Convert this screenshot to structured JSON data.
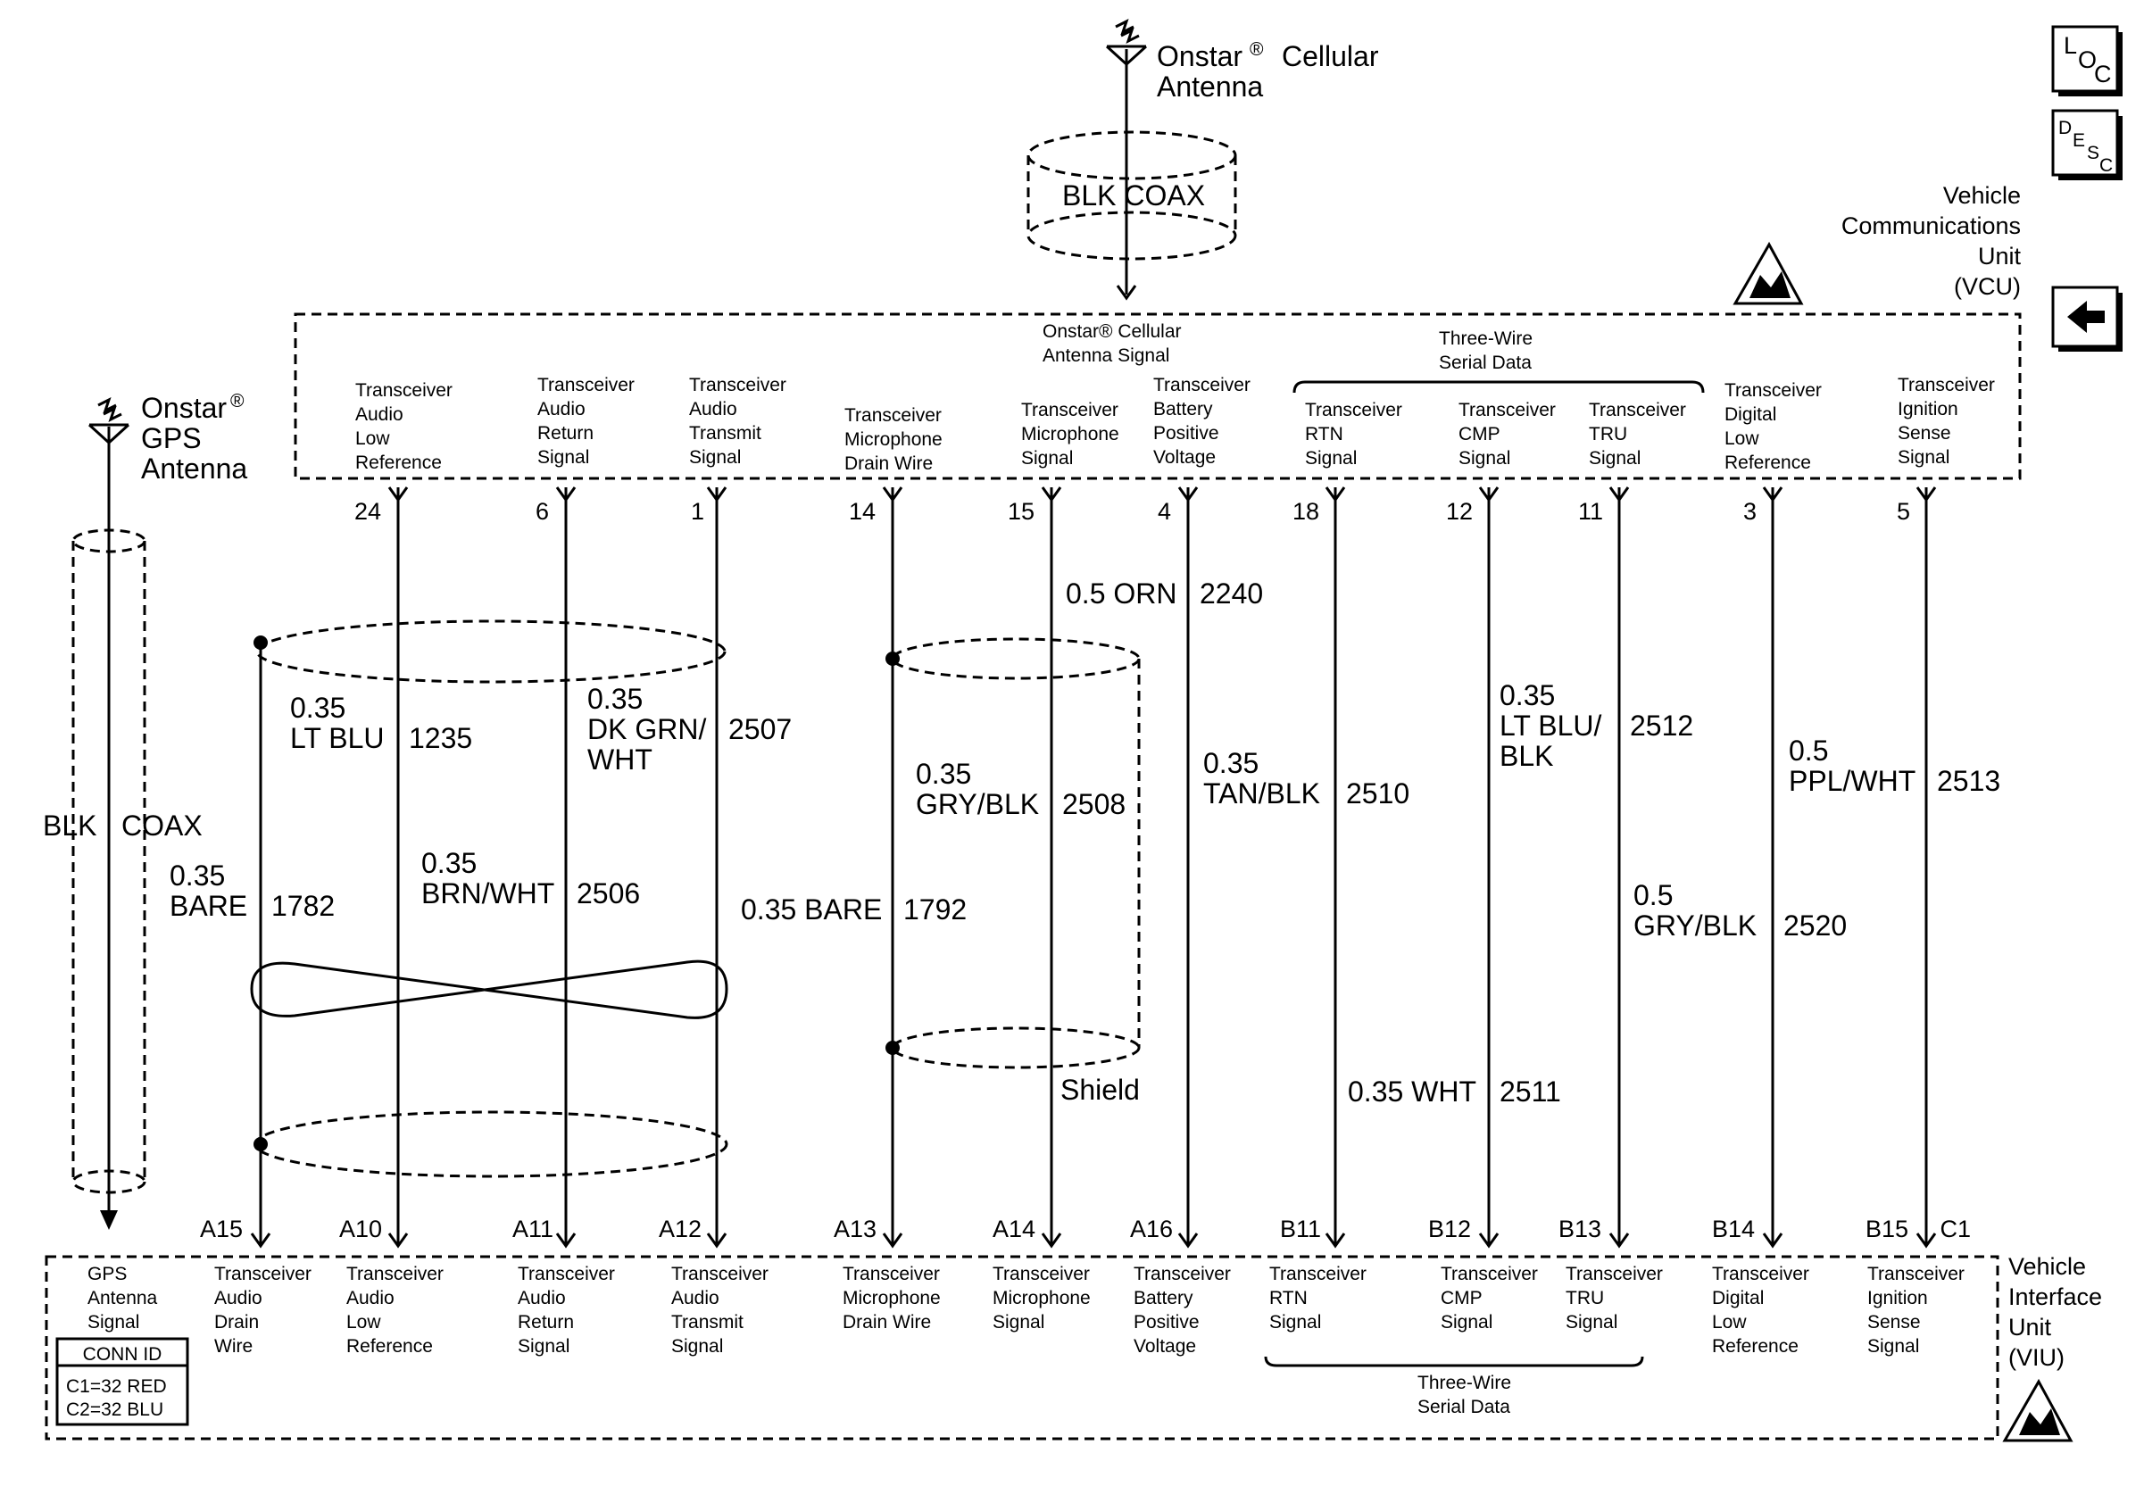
{
  "antennas": {
    "cellular": {
      "name": "Onstar",
      "reg": "®",
      "line1": "Cellular",
      "line2": "Antenna",
      "coax": "BLK  COAX"
    },
    "gps": {
      "line1": "Onstar",
      "reg": "®",
      "line2": "GPS",
      "line3": "Antenna",
      "coax_color": "BLK",
      "coax_type": "COAX"
    }
  },
  "vcu": {
    "name_lines": [
      "Vehicle",
      "Communications",
      "Unit",
      "(VCU)"
    ],
    "cellular_signal": [
      "Onstar® Cellular",
      "Antenna Signal"
    ],
    "three_wire_label": [
      "Three-Wire",
      "Serial Data"
    ],
    "pins": [
      {
        "pin": "24",
        "lines": [
          "Transceiver",
          "Audio",
          "Low",
          "Reference"
        ]
      },
      {
        "pin": "6",
        "lines": [
          "Transceiver",
          "Audio",
          "Return",
          "Signal"
        ]
      },
      {
        "pin": "1",
        "lines": [
          "Transceiver",
          "Audio",
          "Transmit",
          "Signal"
        ]
      },
      {
        "pin": "14",
        "lines": [
          "Transceiver",
          "Microphone",
          "Drain Wire"
        ]
      },
      {
        "pin": "15",
        "lines": [
          "Transceiver",
          "Microphone",
          "Signal"
        ]
      },
      {
        "pin": "4",
        "lines": [
          "Transceiver",
          "Battery",
          "Positive",
          "Voltage"
        ]
      },
      {
        "pin": "18",
        "lines": [
          "Transceiver",
          "RTN",
          "Signal"
        ]
      },
      {
        "pin": "12",
        "lines": [
          "Transceiver",
          "CMP",
          "Signal"
        ]
      },
      {
        "pin": "11",
        "lines": [
          "Transceiver",
          "TRU",
          "Signal"
        ]
      },
      {
        "pin": "3",
        "lines": [
          "Transceiver",
          "Digital",
          "Low",
          "Reference"
        ]
      },
      {
        "pin": "5",
        "lines": [
          "Transceiver",
          "Ignition",
          "Sense",
          "Signal"
        ]
      }
    ]
  },
  "wires": [
    {
      "gauge": "0.35",
      "color": "LT BLU",
      "circuit": "1235"
    },
    {
      "gauge": "0.35",
      "color": "DK GRN/",
      "color2": "WHT",
      "circuit": "2507"
    },
    {
      "gauge": "0.35",
      "color": "BARE",
      "circuit": "1782"
    },
    {
      "gauge": "0.35",
      "color": "BRN/WHT",
      "circuit": "2506"
    },
    {
      "gauge": "0.35 BARE",
      "circuit": "1792"
    },
    {
      "gauge": "0.35",
      "color": "GRY/BLK",
      "circuit": "2508"
    },
    {
      "gauge": "0.5 ORN",
      "circuit": "2240"
    },
    {
      "gauge": "0.35",
      "color": "TAN/BLK",
      "circuit": "2510"
    },
    {
      "gauge": "0.35 WHT",
      "circuit": "2511"
    },
    {
      "gauge": "0.35",
      "color": "LT BLU/",
      "color2": "BLK",
      "circuit": "2512"
    },
    {
      "gauge": "0.5",
      "color": "GRY/BLK",
      "circuit": "2520"
    },
    {
      "gauge": "0.5",
      "color": "PPL/WHT",
      "circuit": "2513"
    }
  ],
  "shield_label": "Shield",
  "viu": {
    "name_lines": [
      "Vehicle",
      "Interface",
      "Unit",
      "(VIU)"
    ],
    "three_wire_label": [
      "Three-Wire",
      "Serial Data"
    ],
    "conn_id": {
      "title": "CONN ID",
      "c1": "C1=32 RED",
      "c2": "C2=32 BLU"
    },
    "pins": [
      {
        "pin": "",
        "lines": [
          "GPS",
          "Antenna",
          "Signal"
        ]
      },
      {
        "pin": "A15",
        "lines": [
          "Transceiver",
          "Audio",
          "Drain",
          "Wire"
        ]
      },
      {
        "pin": "A10",
        "lines": [
          "Transceiver",
          "Audio",
          "Low",
          "Reference"
        ]
      },
      {
        "pin": "A11",
        "lines": [
          "Transceiver",
          "Audio",
          "Return",
          "Signal"
        ]
      },
      {
        "pin": "A12",
        "lines": [
          "Transceiver",
          "Audio",
          "Transmit",
          "Signal"
        ]
      },
      {
        "pin": "A13",
        "lines": [
          "Transceiver",
          "Microphone",
          "Drain Wire"
        ]
      },
      {
        "pin": "A14",
        "lines": [
          "Transceiver",
          "Microphone",
          "Signal"
        ]
      },
      {
        "pin": "A16",
        "lines": [
          "Transceiver",
          "Battery",
          "Positive",
          "Voltage"
        ]
      },
      {
        "pin": "B11",
        "lines": [
          "Transceiver",
          "RTN",
          "Signal"
        ]
      },
      {
        "pin": "B12",
        "lines": [
          "Transceiver",
          "CMP",
          "Signal"
        ]
      },
      {
        "pin": "B13",
        "lines": [
          "Transceiver",
          "TRU",
          "Signal"
        ]
      },
      {
        "pin": "B14",
        "lines": [
          "Transceiver",
          "Digital",
          "Low",
          "Reference"
        ]
      },
      {
        "pin": "B15",
        "lines": [
          "Transceiver",
          "Ignition",
          "Sense",
          "Signal"
        ]
      },
      {
        "pin": "C1",
        "lines": []
      }
    ]
  },
  "nav": {
    "loc": {
      "a": "L",
      "b": "O",
      "c": "C"
    },
    "desc": {
      "a": "D",
      "b": "E",
      "c": "S",
      "d": "C"
    },
    "back_icon": "left-arrow-icon"
  }
}
